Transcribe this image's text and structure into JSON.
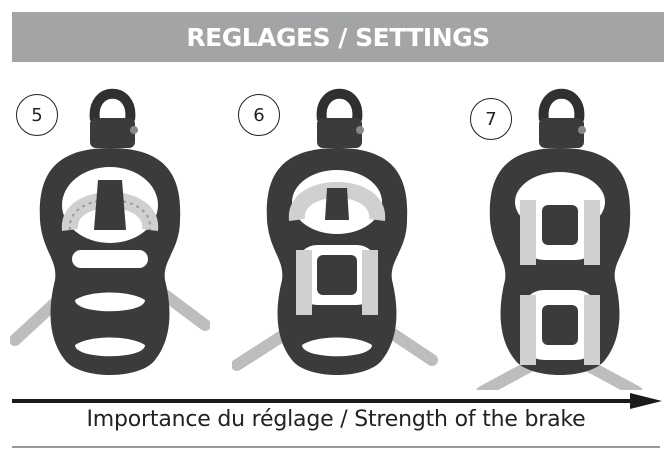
{
  "header": {
    "title": "REGLAGES  / SETTINGS"
  },
  "steps": [
    {
      "number": "5"
    },
    {
      "number": "6"
    },
    {
      "number": "7"
    }
  ],
  "caption": "Importance du réglage / Strength of the brake",
  "colors": {
    "banner": "#a3a4a6",
    "device": "#3a3b3c",
    "rope": "#cfcfcf",
    "arrow": "#1a1a1a"
  }
}
